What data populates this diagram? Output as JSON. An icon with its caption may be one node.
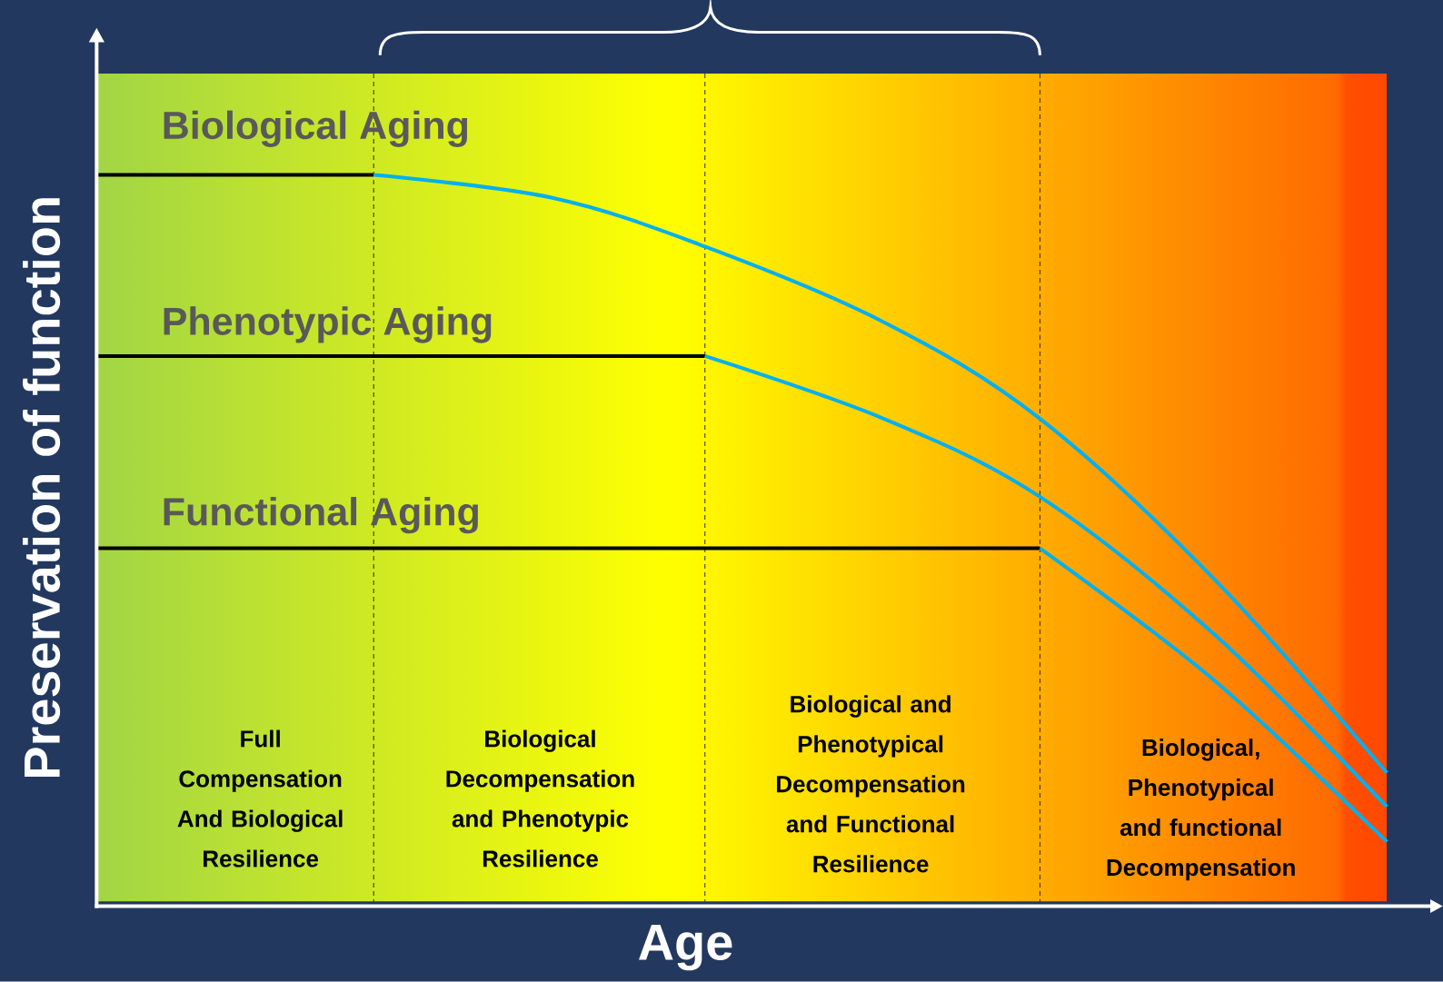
{
  "diagram": {
    "nodes": [
      {
        "text": [
          "Full Compensation And Biological Resilience"
        ]
      },
      {
        "text": [
          "Biological Decompensation and Phenotypic Resilience"
        ]
      },
      {
        "text": [
          "Biological and Phenotypical Decompensation and Functional Resilience"
        ]
      },
      {
        "text": [
          "Biological, Phenotypical and functional Decompensation"
        ]
      }
    ],
    "labels": [
      "Biological Aging",
      "Phenotypic Aging",
      "Functional Aging",
      "Preservation of function",
      "Age"
    ]
  }
}
